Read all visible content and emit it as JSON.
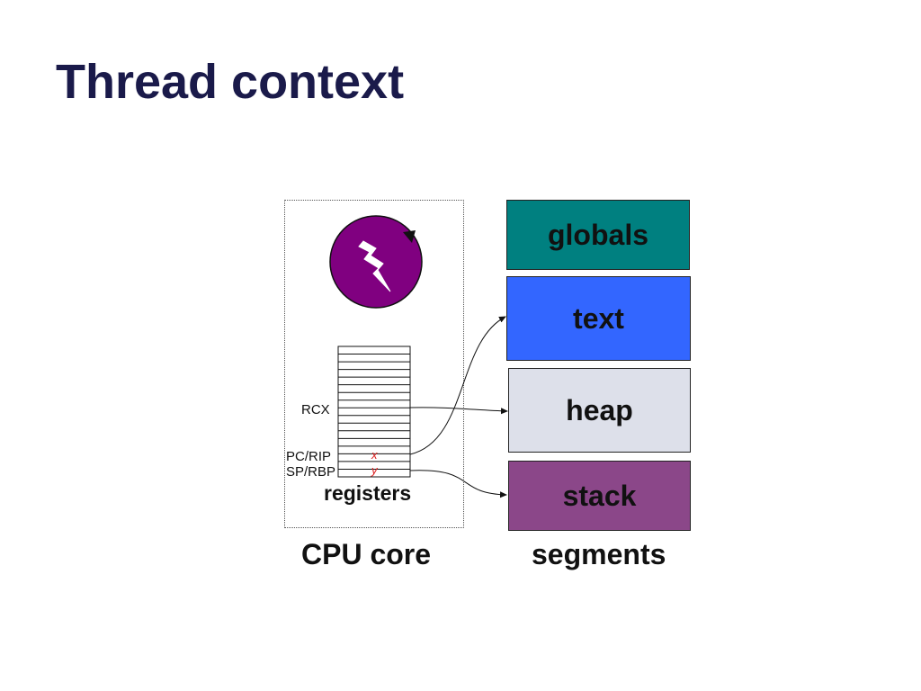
{
  "slide": {
    "title": "Thread context"
  },
  "cpu_core": {
    "caption": "CPU core",
    "registers_caption": "registers",
    "register_labels": {
      "rcx": "RCX",
      "pc": "PC/RIP",
      "sp": "SP/RBP"
    },
    "register_values": {
      "pc": "x",
      "sp": "y"
    },
    "thread_icon": "lightning-bolt-icon",
    "thread_circle_color": "#800080"
  },
  "segments": {
    "caption": "segments",
    "items": [
      {
        "label": "globals",
        "color": "#008080"
      },
      {
        "label": "text",
        "color": "#3366ff"
      },
      {
        "label": "heap",
        "color": "#dde0ea"
      },
      {
        "label": "stack",
        "color": "#8b4789"
      }
    ]
  }
}
